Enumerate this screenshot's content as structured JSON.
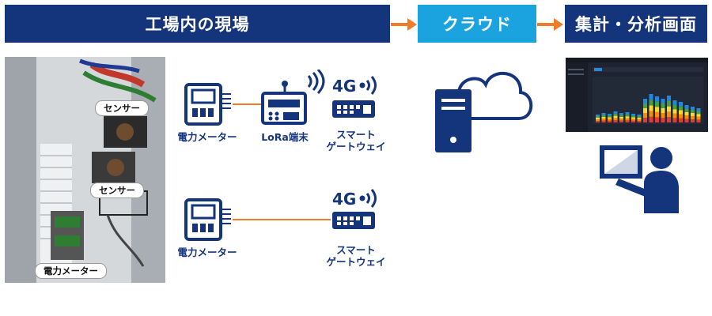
{
  "header": {
    "site": "工場内の現場",
    "cloud": "クラウド",
    "analysis": "集計・分析画面"
  },
  "photo": {
    "tag_sensor_1": "センサー",
    "tag_sensor_2": "センサー",
    "tag_meter": "電力メーター"
  },
  "row1": {
    "meter_label": "電力メーター",
    "lora_label": "LoRa端末",
    "network": "4G",
    "gateway_line1": "スマート",
    "gateway_line2": "ゲートウェイ"
  },
  "row2": {
    "meter_label": "電力メーター",
    "network": "4G",
    "gateway_line1": "スマート",
    "gateway_line2": "ゲートウェイ"
  },
  "colors": {
    "navy": "#14347c",
    "sky": "#1aa3de",
    "orange": "#f07c2a"
  }
}
